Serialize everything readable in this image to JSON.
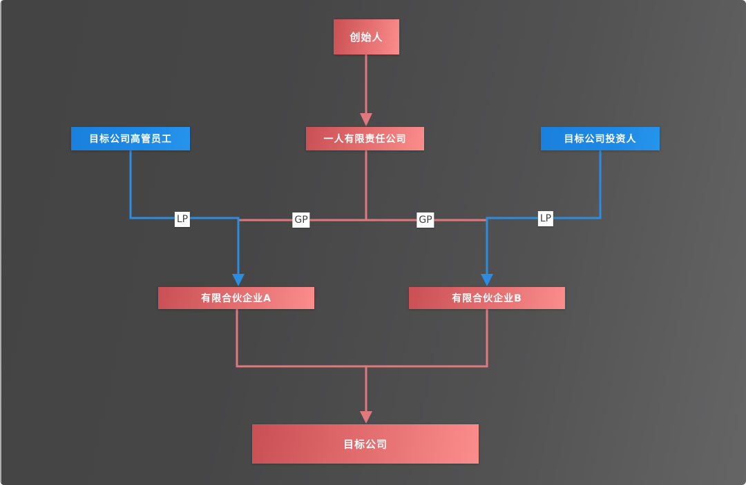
{
  "diagram": {
    "nodes": {
      "founder": {
        "label": "创始人",
        "color_type": "red"
      },
      "executives": {
        "label": "目标公司高管员工",
        "color_type": "blue"
      },
      "spv": {
        "label": "一人有限责任公司",
        "color_type": "red"
      },
      "investors": {
        "label": "目标公司投资人",
        "color_type": "blue"
      },
      "partnership_a": {
        "label": "有限合伙企业A",
        "color_type": "red"
      },
      "partnership_b": {
        "label": "有限合伙企业B",
        "color_type": "red"
      },
      "target": {
        "label": "目标公司",
        "color_type": "red"
      }
    },
    "edge_labels": {
      "lp_left": "LP",
      "gp_left": "GP",
      "gp_right": "GP",
      "lp_right": "LP"
    },
    "edges": [
      {
        "from": "创始人",
        "to": "一人有限责任公司",
        "label": "",
        "style": "red-arrow"
      },
      {
        "from": "目标公司高管员工",
        "to": "有限合伙企业A",
        "label": "LP",
        "style": "blue-arrow"
      },
      {
        "from": "一人有限责任公司",
        "to": "有限合伙企业A",
        "label": "GP",
        "style": "red-line"
      },
      {
        "from": "一人有限责任公司",
        "to": "有限合伙企业B",
        "label": "GP",
        "style": "red-line"
      },
      {
        "from": "目标公司投资人",
        "to": "有限合伙企业B",
        "label": "LP",
        "style": "blue-arrow"
      },
      {
        "from": "有限合伙企业A",
        "to": "目标公司",
        "label": "",
        "style": "red-arrow"
      },
      {
        "from": "有限合伙企业B",
        "to": "目标公司",
        "label": "",
        "style": "red-arrow"
      }
    ],
    "colors": {
      "red_box_gradient_start": "#c95055",
      "red_box_gradient_end": "#fb8d8d",
      "blue_box": "#1e89e5",
      "red_line": "#e0797d",
      "blue_line": "#2b8ce0",
      "node_text": "#ffffff",
      "edge_label_bg": "#ffffff",
      "edge_label_text": "#3f3f3f",
      "background_dark": "#444444",
      "background_light": "#656566"
    }
  }
}
